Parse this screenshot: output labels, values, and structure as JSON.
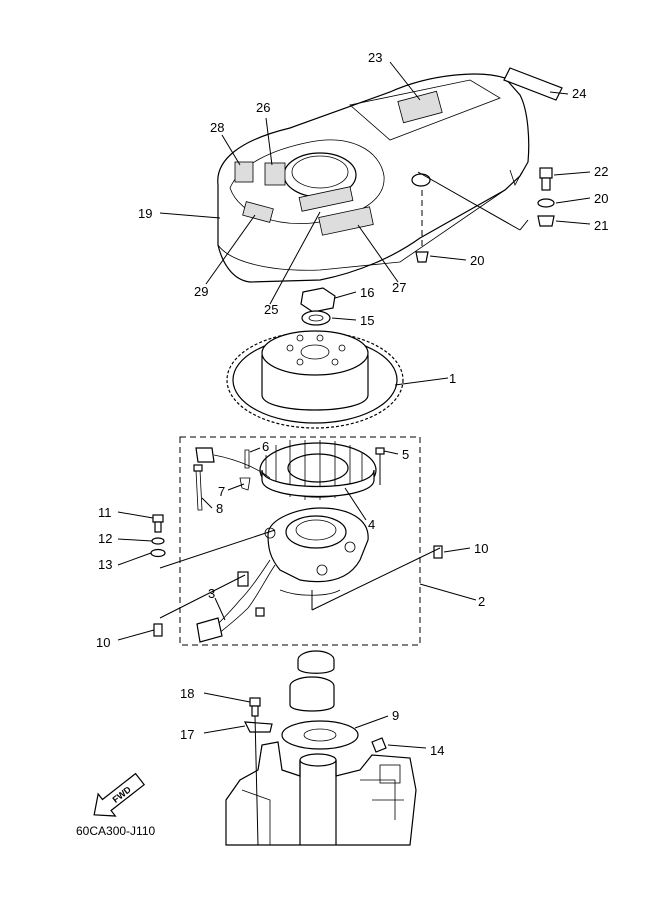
{
  "diagram": {
    "code": "60CA300-J110",
    "fwd_label": "FWD",
    "callouts": {
      "c1": "1",
      "c2": "2",
      "c3": "3",
      "c4": "4",
      "c5": "5",
      "c6": "6",
      "c7": "7",
      "c8": "8",
      "c9": "9",
      "c10a": "10",
      "c10b": "10",
      "c11": "11",
      "c12": "12",
      "c13": "13",
      "c14": "14",
      "c15": "15",
      "c16": "16",
      "c17": "17",
      "c18": "18",
      "c19": "19",
      "c20a": "20",
      "c20b": "20",
      "c21": "21",
      "c22": "22",
      "c23": "23",
      "c24": "24",
      "c25": "25",
      "c26": "26",
      "c27": "27",
      "c28": "28",
      "c29": "29"
    }
  }
}
